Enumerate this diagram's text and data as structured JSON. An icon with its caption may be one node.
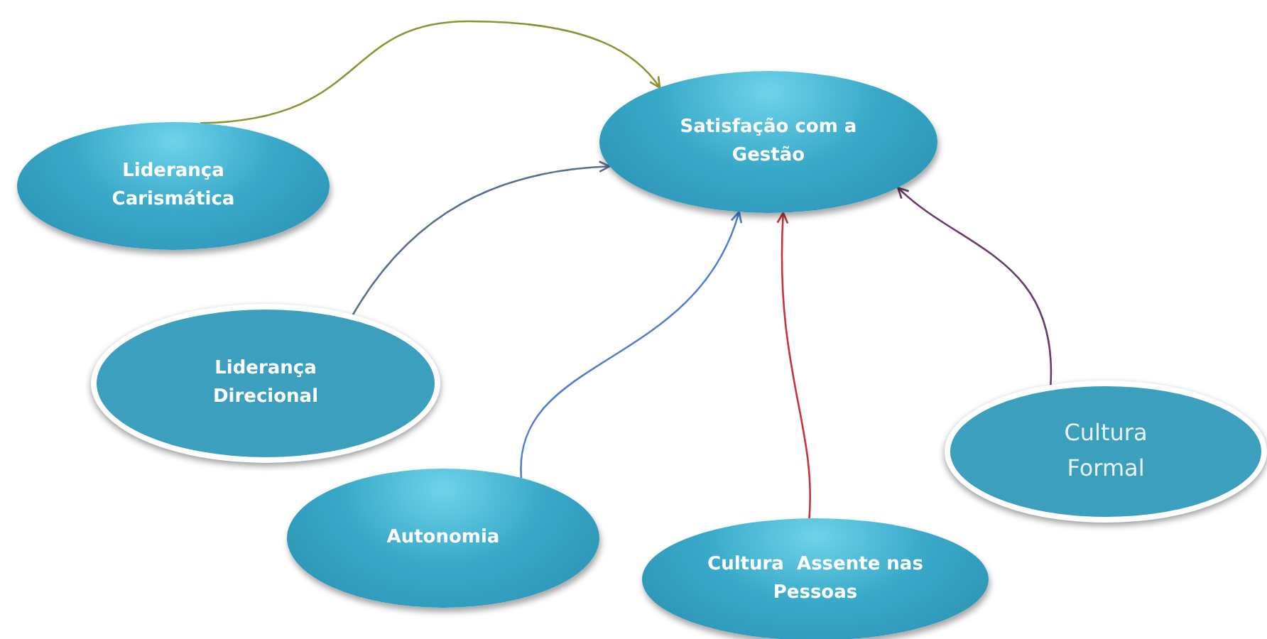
{
  "diagram": {
    "nodes": [
      {
        "text": [
          "Satisfação com a Gestão"
        ]
      },
      {
        "text": [
          "Liderança Carismática"
        ]
      },
      {
        "text": [
          "Liderança Direcional"
        ]
      },
      {
        "text": [
          "Autonomia"
        ]
      },
      {
        "text": [
          "Cultura  Assente nas Pessoas"
        ]
      },
      {
        "text": [
          "Cultura Formal"
        ]
      }
    ],
    "edges": [
      {
        "from": 1,
        "to": 0,
        "arrow": "to",
        "color": "#8a9430"
      },
      {
        "from": 2,
        "to": 0,
        "arrow": "to",
        "color": "#5b6e8e"
      },
      {
        "from": 3,
        "to": 0,
        "arrow": "to",
        "color": "#4f7fcf"
      },
      {
        "from": 4,
        "to": 0,
        "arrow": "to",
        "color": "#c8323c"
      },
      {
        "from": 5,
        "to": 0,
        "arrow": "to",
        "color": "#6a3c6c"
      }
    ]
  }
}
